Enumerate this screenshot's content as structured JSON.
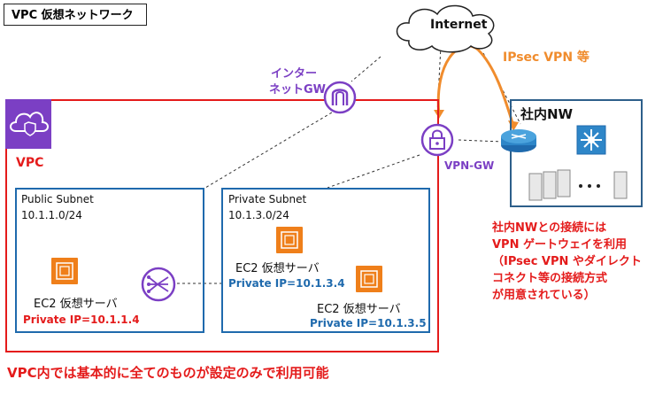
{
  "title": "VPC 仮想ネットワーク",
  "internet": {
    "label": "Internet"
  },
  "ipsec_label": "IPsec VPN 等",
  "igw": {
    "line1": "インター",
    "line2": "ネットGW"
  },
  "vpngw": {
    "label": "VPN-GW"
  },
  "vpc": {
    "label": "VPC"
  },
  "corp": {
    "label": "社内NW"
  },
  "public_subnet": {
    "name": "Public Subnet",
    "cidr": "10.1.1.0/24",
    "ec2_label": "EC2 仮想サーバ",
    "ip": "Private IP=10.1.1.4"
  },
  "private_subnet": {
    "name": "Private Subnet",
    "cidr": "10.1.3.0/24",
    "ec2a_label": "EC2 仮想サーバ",
    "ec2a_ip": "Private IP=10.1.3.4",
    "ec2b_label": "EC2 仮想サーバ",
    "ec2b_ip": "Private IP=10.1.3.5"
  },
  "note": [
    "社内NWとの接続には",
    "VPN ゲートウェイを利用",
    "（IPsec VPN やダイレクト",
    "コネクト等の接続方式",
    "が用意されている）"
  ],
  "bottom_note": "VPC内では基本的に全てのものが設定のみで利用可能",
  "colors": {
    "red": "#e41b1b",
    "blue": "#1f6aad",
    "purple": "#7b3fc4",
    "orange": "#f08c2d",
    "ec2": "#ef7f1a"
  }
}
